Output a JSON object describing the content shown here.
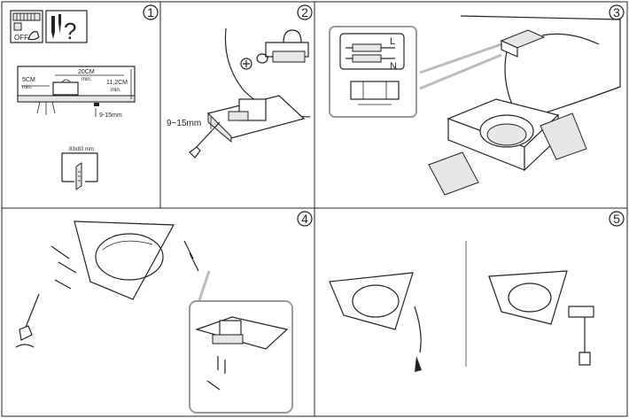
{
  "steps": [
    "1",
    "2",
    "3",
    "4",
    "5"
  ],
  "step1": {
    "switch_label": "OFF",
    "question": "?",
    "dim_side": "5CM",
    "dim_side_min": "min.",
    "dim_top": "20CM",
    "dim_top_min": "min.",
    "dim_height": "11,2CM",
    "dim_height_min": "min.",
    "dim_depth": "9-15mm",
    "cutout_size": "83x83 mm"
  },
  "step2": {
    "thickness": "9~15mm"
  },
  "step3": {
    "live": "L",
    "neutral": "N"
  },
  "colors": {
    "line": "#222222",
    "panel_border": "#999999",
    "callout": "#bbbbbb",
    "fill_light": "#e6e6e6"
  }
}
